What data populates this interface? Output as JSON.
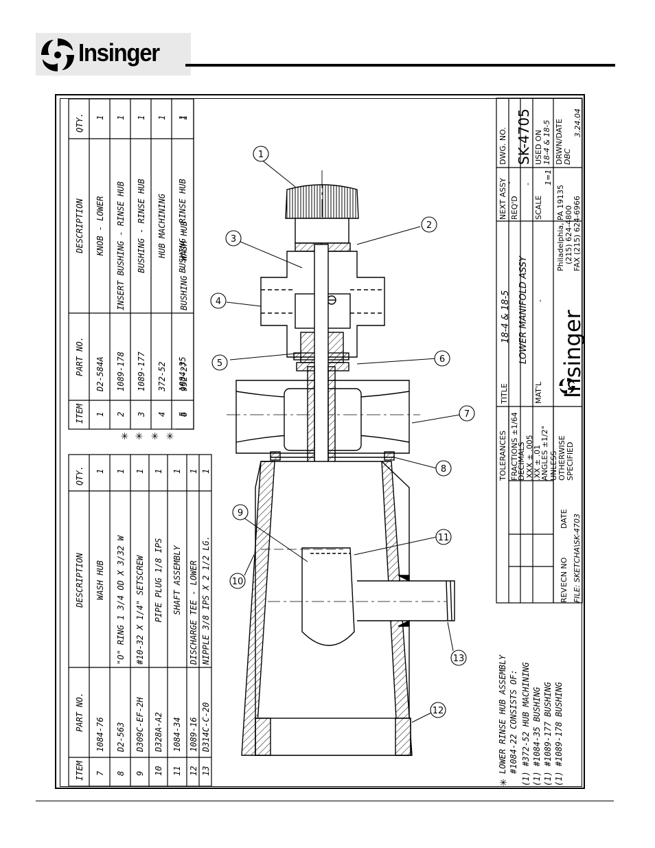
{
  "header": {
    "brand_name": "Insinger"
  },
  "parts_table_lower": {
    "headers": {
      "item": "ITEM",
      "part_no": "PART NO.",
      "description": "DESCRIPTION",
      "qty": "QTY."
    },
    "rows": [
      {
        "item": "7",
        "part_no": "1084-76",
        "description": "WASH HUB",
        "qty": "1"
      },
      {
        "item": "8",
        "part_no": "D2-563",
        "description": "\"O\" RING 1 3/4 OD X 3/32 W",
        "qty": "1"
      },
      {
        "item": "9",
        "part_no": "D309C-EF-2H",
        "description": "#10-32 X 1/4\" SETSCREW",
        "qty": "1"
      },
      {
        "item": "10",
        "part_no": "D328A-A2",
        "description": "PIPE PLUG 1/8 IPS",
        "qty": "1"
      },
      {
        "item": "11",
        "part_no": "1084-34",
        "description": "SHAFT ASSEMBLY",
        "qty": "1"
      },
      {
        "item": "12",
        "part_no": "1089-16",
        "description": "DISCHARGE TEE - LOWER",
        "qty": "1"
      },
      {
        "item": "13",
        "part_no": "D314C-C-20",
        "description": "NIPPLE 3/8 IPS X 2 1/2 LG.",
        "qty": "1"
      }
    ]
  },
  "parts_table_upper": {
    "headers": {
      "item": "ITEM",
      "part_no": "PART NO.",
      "description": "DESCRIPTION",
      "qty": "QTY."
    },
    "rows": [
      {
        "item": "1",
        "part_no": "D2-584A",
        "description": "KNOB - LOWER",
        "qty": "1",
        "star": ""
      },
      {
        "item": "2",
        "part_no": "1089-178",
        "description": "INSERT BUSHING - RINSE HUB",
        "qty": "1",
        "star": "✳"
      },
      {
        "item": "3",
        "part_no": "1089-177",
        "description": "BUSHING - RINSE HUB",
        "qty": "1",
        "star": "✳"
      },
      {
        "item": "4",
        "part_no": "372-52",
        "description": "HUB MACHINING",
        "qty": "1",
        "star": "✳"
      },
      {
        "item": "5",
        "part_no": "1084-35",
        "description": "BUSHING - RINSE HUB",
        "qty": "1",
        "star": "✳"
      },
      {
        "item": "6",
        "part_no": "952-27",
        "description": "BUSHING - WASH HUB",
        "qty": "1",
        "star": ""
      }
    ]
  },
  "assembly_note": {
    "star": "✳",
    "lines": [
      "LOWER RINSE HUB ASSEMBLY",
      "#1084-22 CONSISTS OF:",
      "(1)  #372-52 HUB MACHINING",
      "(1)  #1084-35 BUSHING",
      "(1)  #1089-177 BUSHING",
      "(1)  #1089-178 BUSHING"
    ]
  },
  "title_block": {
    "tolerances": "TOLERANCES",
    "fractions": "FRACTIONS ±1/64",
    "decimals": "DECIMALS",
    "xxx": ".XXX  ±  .005",
    "xx": ".XX   ±  .01",
    "angles": "ANGLES ±1/2°",
    "unless": "UNLESS",
    "otherwise": "OTHERWISE",
    "specified": "SPECIFIED",
    "rev": "REV",
    "ecn_no": "ECN NO",
    "date": "DATE",
    "file": "FILE: SKETCHA\\SK-4703",
    "title_label": "TITLE",
    "title_line1": "18-4  &  18-5",
    "title_line2": "LOWER MANIFOLD ASSY",
    "matl_label": "MAT'L",
    "matl_value": "-",
    "company": "Insinger",
    "address": "Philadelphia,  PA 19135",
    "phone": "(215)  624-4800",
    "fax": "FAX (215) 624-6966",
    "next_assy": "NEXT ASSY",
    "next_assy_value": "-",
    "reqd": "REQ'D",
    "reqd_value": "-",
    "scale": "SCALE",
    "scale_value": "1=1",
    "dwg_no": "DWG. NO.",
    "dwg_no_value": "SK-4705",
    "used_on": "USED ON",
    "used_on_value": "18-4 & 18-5",
    "drwn_date": "DRWN/DATE",
    "drwn_by": "DBC",
    "drwn_date_value": "3.24.04"
  },
  "balloons": [
    "1",
    "2",
    "3",
    "4",
    "5",
    "6",
    "7",
    "8",
    "9",
    "10",
    "11",
    "12",
    "13"
  ]
}
